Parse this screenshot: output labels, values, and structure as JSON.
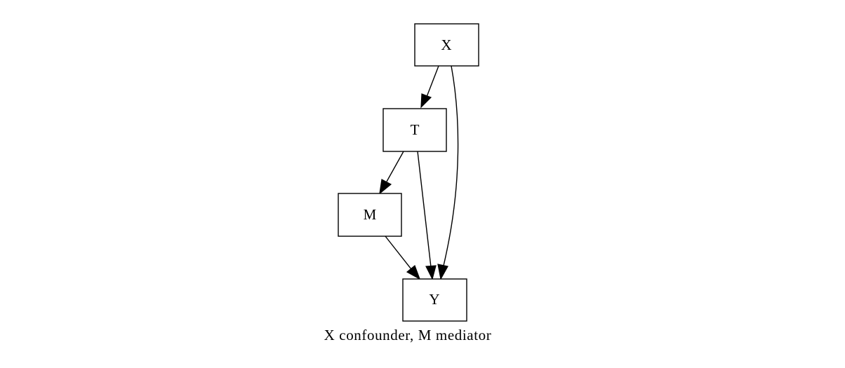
{
  "diagram": {
    "nodes": {
      "x": {
        "label": "X"
      },
      "t": {
        "label": "T"
      },
      "m": {
        "label": "M"
      },
      "y": {
        "label": "Y"
      }
    },
    "edges": [
      {
        "from": "X",
        "to": "T"
      },
      {
        "from": "X",
        "to": "Y"
      },
      {
        "from": "T",
        "to": "M"
      },
      {
        "from": "T",
        "to": "Y"
      },
      {
        "from": "M",
        "to": "Y"
      }
    ],
    "caption": "X confounder, M mediator"
  }
}
